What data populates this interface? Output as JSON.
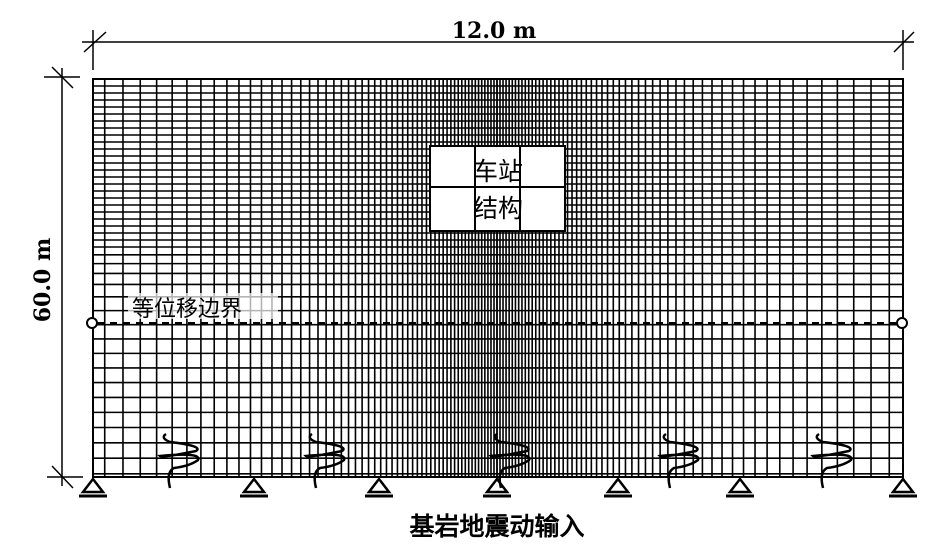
{
  "dimensions": {
    "width_label": "12.0 m",
    "height_label": "60.0 m"
  },
  "station": {
    "line1": "车站",
    "line2": "结构"
  },
  "boundary_label": "等位移边界",
  "input_label": "基岩地震动输入",
  "colors": {
    "line": "#000000",
    "background": "#ffffff"
  }
}
